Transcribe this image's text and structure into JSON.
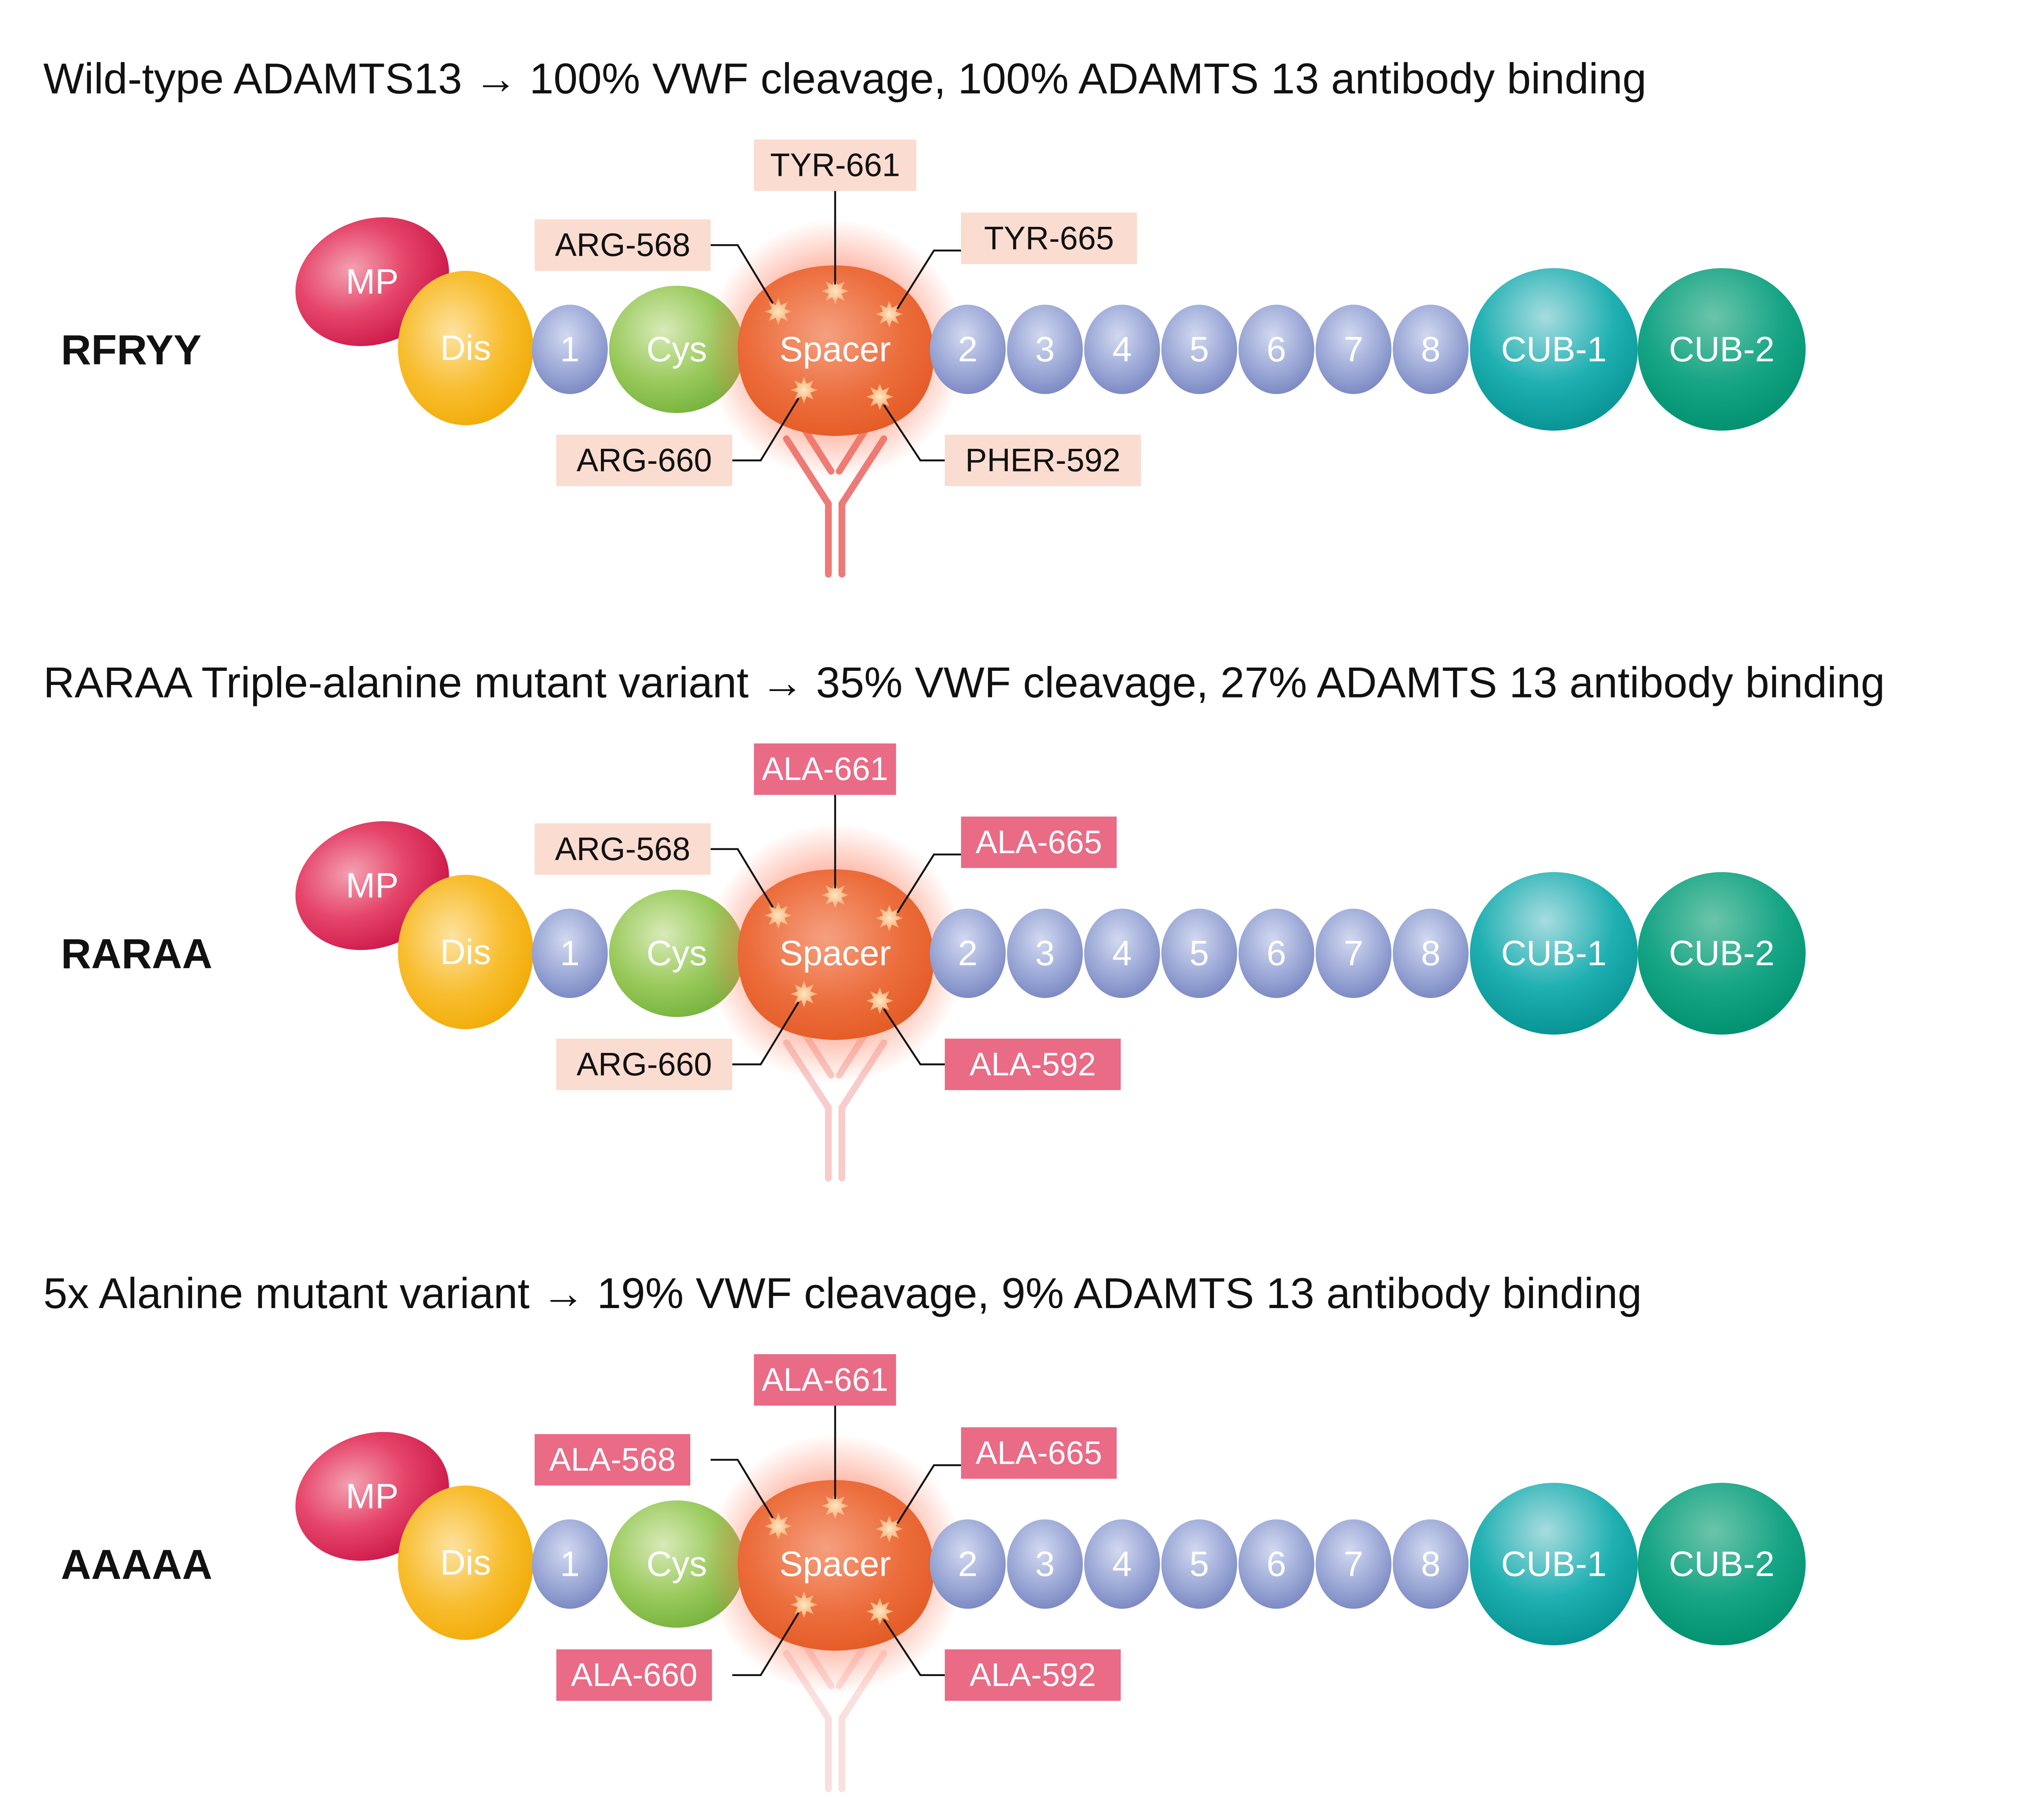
{
  "colors": {
    "mp": "#e2345a",
    "dis": "#f5b21c",
    "egf": "#8e9cd0",
    "cys": "#8cc350",
    "spacer": "#ef6a35",
    "cub1": "#1aa9a9",
    "cub2": "#1aa184",
    "tag_wild": "#fbdcd0",
    "tag_mut": "#e96b86",
    "antibody": "#ec7a78"
  },
  "domains": {
    "mp": "MP",
    "dis": "Dis",
    "tsp1": "1",
    "cys": "Cys",
    "spacer": "Spacer",
    "tsp": [
      "2",
      "3",
      "4",
      "5",
      "6",
      "7",
      "8"
    ],
    "cub1": "CUB-1",
    "cub2": "CUB-2"
  },
  "panels": [
    {
      "title": "Wild-type ADAMTS13 → 100% VWF cleavage, 100% ADAMTS 13 antibody binding",
      "label": "RFRYY",
      "antibody_binding": 1.0,
      "tags": {
        "t661": {
          "text": "TYR-661",
          "mutated": false
        },
        "t568": {
          "text": "ARG-568",
          "mutated": false
        },
        "t665": {
          "text": "TYR-665",
          "mutated": false
        },
        "t660": {
          "text": "ARG-660",
          "mutated": false
        },
        "t592": {
          "text": "PHER-592",
          "mutated": false
        }
      }
    },
    {
      "title": "RARAA Triple-alanine mutant variant → 35% VWF cleavage, 27% ADAMTS 13 antibody binding",
      "label": "RARAA",
      "antibody_binding": 0.27,
      "tags": {
        "t661": {
          "text": "ALA-661",
          "mutated": true
        },
        "t568": {
          "text": "ARG-568",
          "mutated": false
        },
        "t665": {
          "text": "ALA-665",
          "mutated": true
        },
        "t660": {
          "text": "ARG-660",
          "mutated": false
        },
        "t592": {
          "text": "ALA-592",
          "mutated": true
        }
      }
    },
    {
      "title": "5x Alanine mutant variant → 19% VWF cleavage, 9% ADAMTS 13 antibody binding",
      "label": "AAAAA",
      "antibody_binding": 0.09,
      "tags": {
        "t661": {
          "text": "ALA-661",
          "mutated": true
        },
        "t568": {
          "text": "ALA-568",
          "mutated": true
        },
        "t665": {
          "text": "ALA-665",
          "mutated": true
        },
        "t660": {
          "text": "ALA-660",
          "mutated": true
        },
        "t592": {
          "text": "ALA-592",
          "mutated": true
        }
      }
    }
  ]
}
